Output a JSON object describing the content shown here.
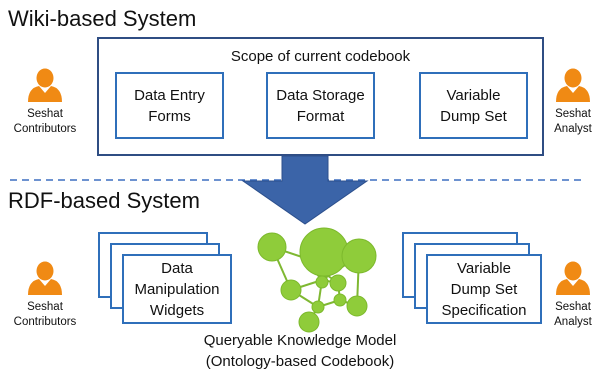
{
  "wiki_section": {
    "title": "Wiki-based System",
    "scope": {
      "title": "Scope of current codebook",
      "boxes": [
        {
          "line1": "Data Entry",
          "line2": "Forms"
        },
        {
          "line1": "Data Storage",
          "line2": "Format"
        },
        {
          "line1": "Variable",
          "line2": "Dump Set"
        }
      ]
    },
    "left_person": {
      "line1": "Seshat",
      "line2": "Contributors",
      "icon": "person-icon"
    },
    "right_person": {
      "line1": "Seshat",
      "line2": "Analyst",
      "icon": "person-icon"
    }
  },
  "rdf_section": {
    "title": "RDF-based System",
    "left_stack": {
      "line1": "Data",
      "line2": "Manipulation",
      "line3": "Widgets"
    },
    "right_stack": {
      "line1": "Variable",
      "line2": "Dump Set",
      "line3": "Specification"
    },
    "knowledge_model": {
      "line1": "Queryable Knowledge Model",
      "line2": "(Ontology-based Codebook)"
    },
    "left_person": {
      "line1": "Seshat",
      "line2": "Contributors",
      "icon": "person-icon"
    },
    "right_person": {
      "line1": "Seshat",
      "line2": "Analyst",
      "icon": "person-icon"
    }
  },
  "colors": {
    "person": "#f08a14",
    "box_border": "#2f6fba",
    "scope_border": "#2f4d83",
    "arrow": "#3b64a8",
    "divider": "#3d6fc0",
    "node_fill": "#8fcc3a"
  }
}
